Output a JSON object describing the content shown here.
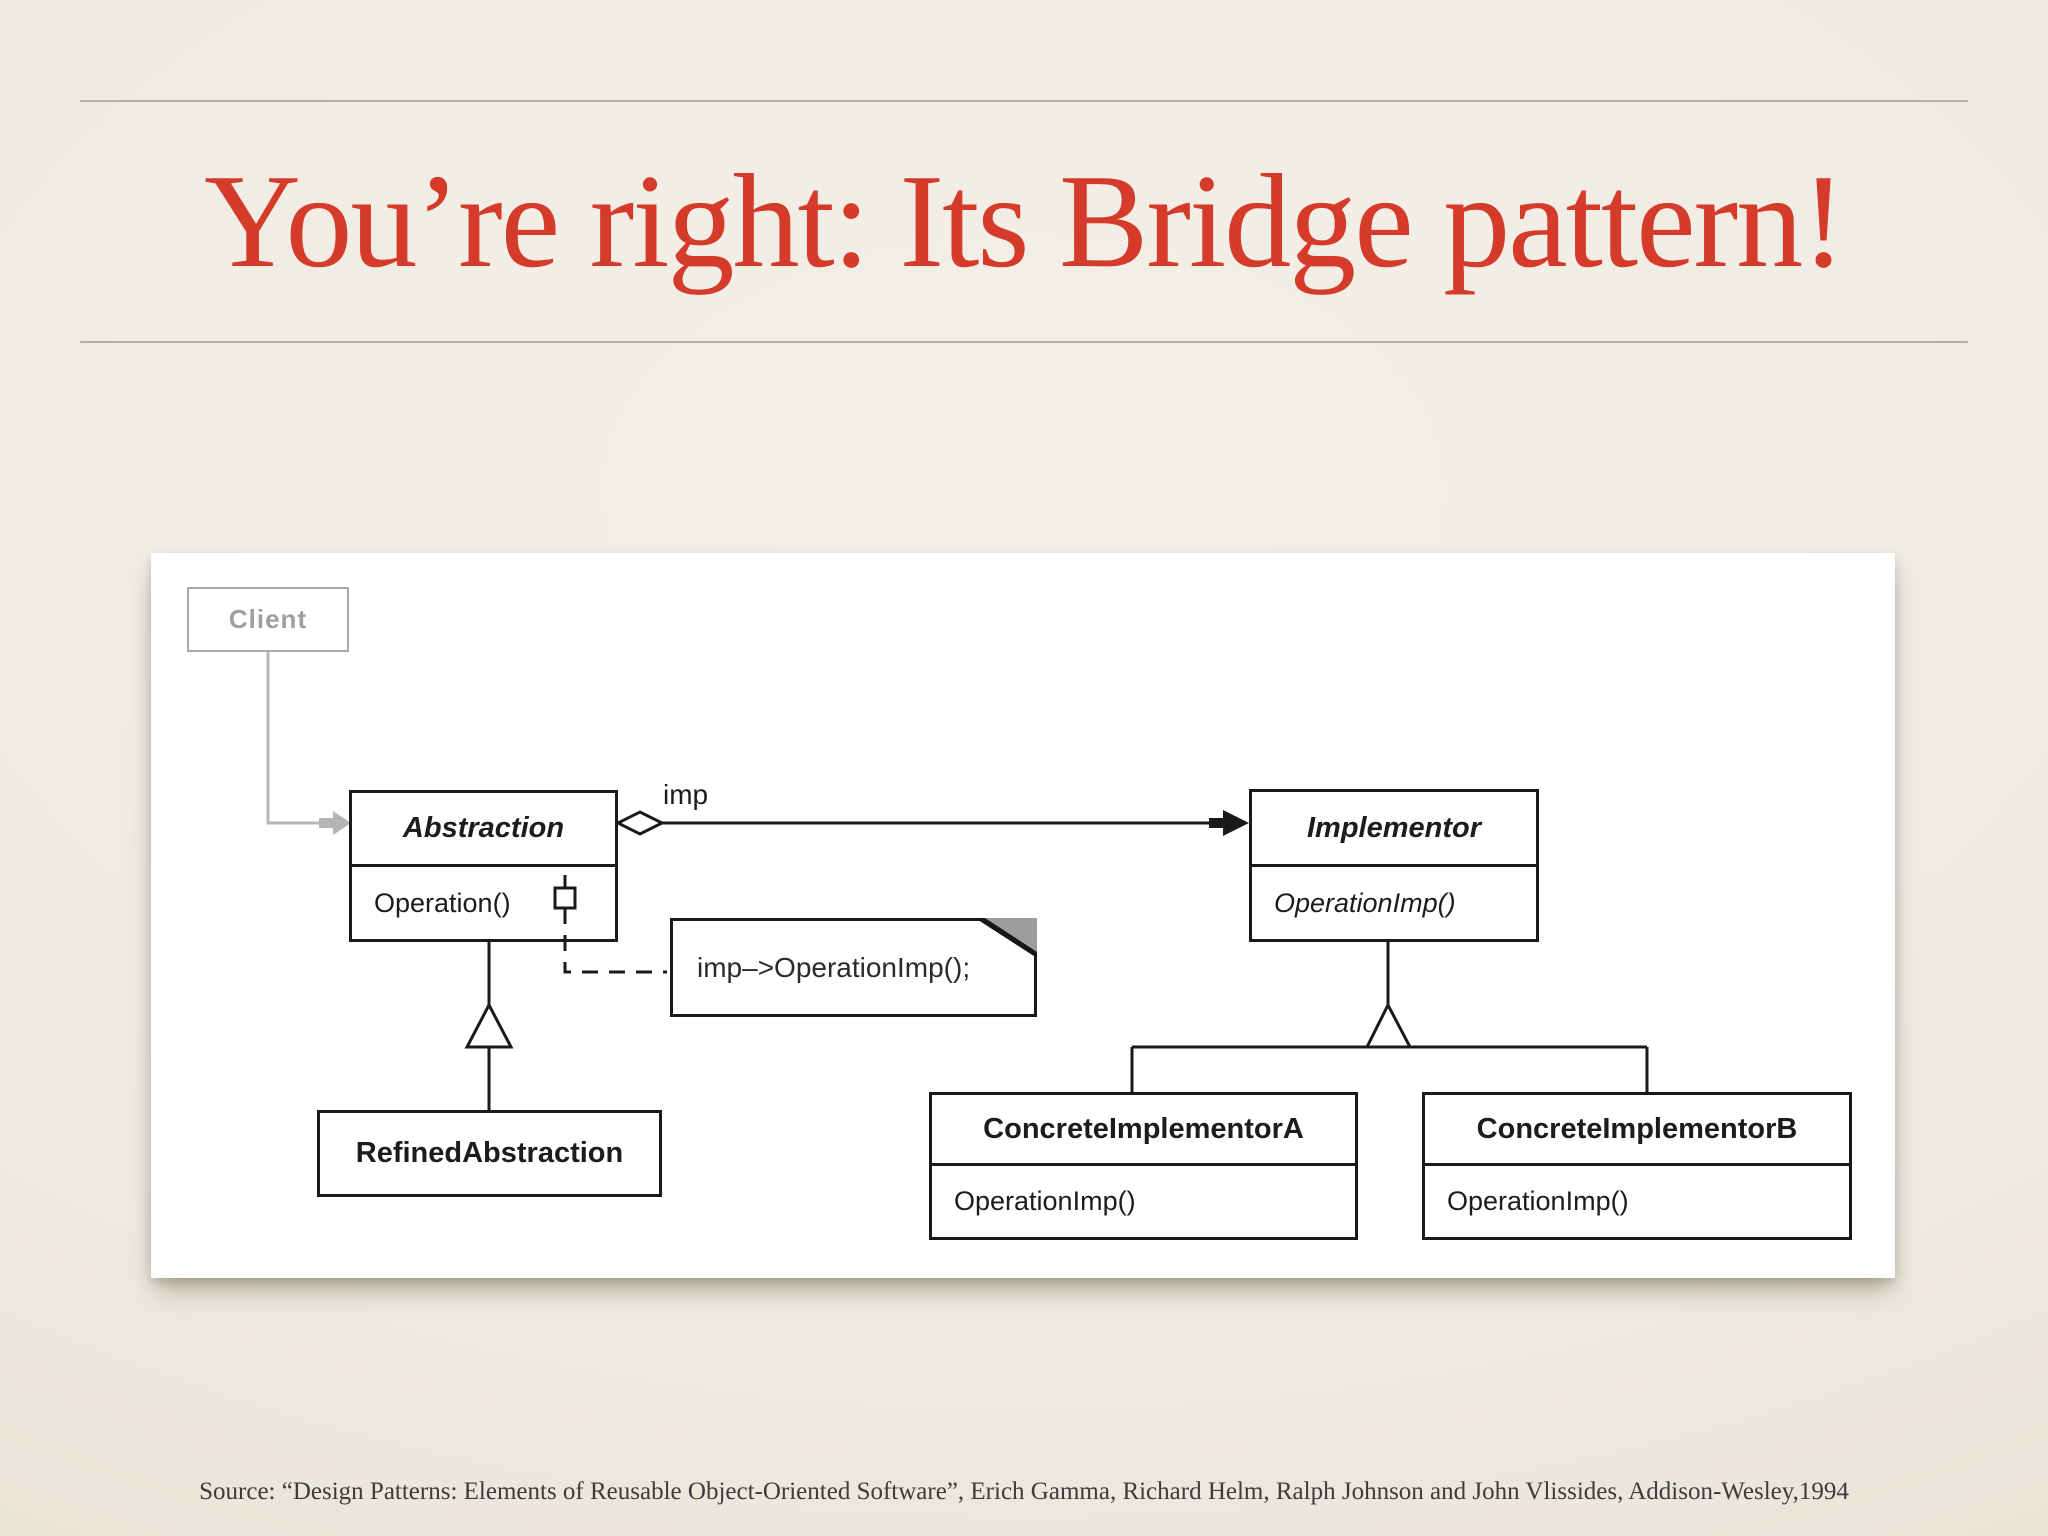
{
  "slide": {
    "title": "You’re right: Its Bridge pattern!",
    "title_color": "#d43b2a",
    "source_citation": "Source: “Design Patterns: Elements of Reusable Object-Oriented Software”, Erich Gamma, Richard Helm, Ralph Johnson and John Vlissides, Addison-Wesley,1994"
  },
  "diagram": {
    "client": {
      "name": "Client"
    },
    "abstraction": {
      "name": "Abstraction",
      "method": "Operation()"
    },
    "implementor": {
      "name": "Implementor",
      "method": "OperationImp()"
    },
    "refined_abstraction": {
      "name": "RefinedAbstraction"
    },
    "concrete_implementor_a": {
      "name": "ConcreteImplementorA",
      "method": "OperationImp()"
    },
    "concrete_implementor_b": {
      "name": "ConcreteImplementorB",
      "method": "OperationImp()"
    },
    "imp_label": "imp",
    "note_code": "imp–>OperationImp();"
  }
}
